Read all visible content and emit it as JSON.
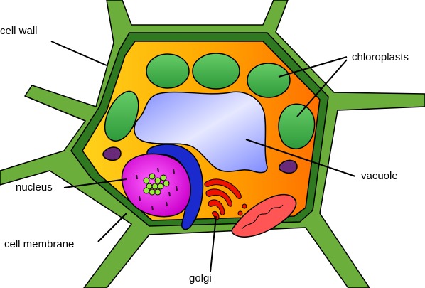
{
  "labels": {
    "cell_wall": "cell wall",
    "chloroplasts": "chloroplasts",
    "vacuole": "vacuole",
    "nucleus": "nucleus",
    "cell_membrane": "cell membrane",
    "golgi": "golgi"
  },
  "colors": {
    "cell_wall": "#5a9a2e",
    "cell_wall_dark": "#2f7a20",
    "cytoplasm_left": "#ffc21a",
    "cytoplasm_right": "#ff7a00",
    "chloroplast": "#44aa44",
    "vacuole": "#9aa6ff",
    "nucleus": "#d800d8",
    "nucleolus": "#99ee33",
    "endoplasmic_reticulum": "#1a2acc",
    "golgi": "#ee1100",
    "mitochondrion": "#ff5555",
    "vesicle": "#6a2a7a",
    "outline": "#000000"
  }
}
